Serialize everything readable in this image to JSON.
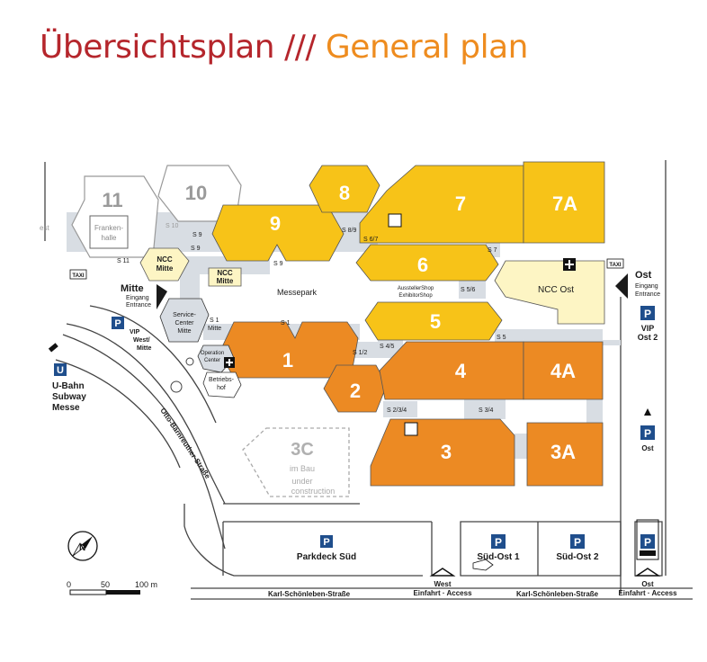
{
  "title": {
    "de": "Übersichtsplan ///",
    "en": "General plan"
  },
  "halls": {
    "h11": "11",
    "h10": "10",
    "h9": "9",
    "h8": "8",
    "h7": "7",
    "h7a": "7A",
    "h6": "6",
    "h5": "5",
    "h4": "4",
    "h4a": "4A",
    "h3": "3",
    "h3a": "3A",
    "h2": "2",
    "h1": "1",
    "h3c": "3C"
  },
  "hall3c": {
    "line1": "im Bau",
    "line2": "under",
    "line3": "construction"
  },
  "frankenhalle": {
    "line1": "Franken-",
    "line2": "halle"
  },
  "ncc": {
    "mitte_line1": "NCC",
    "mitte_line2": "Mitte",
    "mitte_gray_line1": "NCC",
    "mitte_gray_line2": "Mitte",
    "ost": "NCC Ost"
  },
  "passages": {
    "s10": "S 10",
    "s11": "S 11",
    "s9a": "S 9",
    "s9b": "S 9",
    "s9c": "S 9",
    "s89": "S 8/9",
    "s67": "S 6/7",
    "s7": "S 7",
    "s56": "S 5/6",
    "s5": "S 5",
    "s45": "S 4/5",
    "s12": "S 1/2",
    "s1": "S 1",
    "s1mitte_line1": "S 1",
    "s1mitte_line2": "Mitte",
    "s234": "S 2/3/4",
    "s34": "S 3/4"
  },
  "labels": {
    "messepark": "Messepark",
    "aussteller_line1": "AusstellerShop",
    "aussteller_line2": "ExhibitorShop",
    "service_line1": "Service-",
    "service_line2": "Center",
    "service_line3": "Mitte",
    "operation_line1": "Operation",
    "operation_line2": "Center",
    "betriebshof_line1": "Betriebs-",
    "betriebshof_line2": "hof",
    "west_fragment": "est"
  },
  "entrances": {
    "mitte": "Mitte",
    "mitte_de": "Eingang",
    "mitte_en": "Entrance",
    "ost": "Ost",
    "ost_de": "Eingang",
    "ost_en": "Entrance"
  },
  "parking": {
    "vip_west_line1": "VIP",
    "vip_west_line2": "West/",
    "vip_west_line3": "Mitte",
    "vip_ost_line1": "VIP",
    "vip_ost_line2": "Ost 2",
    "ost": "Ost",
    "parkdeck": "Parkdeck Süd",
    "sudost1": "Süd-Ost 1",
    "sudost2": "Süd-Ost 2",
    "p": "P"
  },
  "taxi": "TAXI",
  "ubahn": {
    "letter": "U",
    "line1": "U-Bahn",
    "line2": "Subway",
    "line3": "Messe"
  },
  "streets": {
    "otto": "Otto-Bärnreuther-Straße",
    "karl1": "Karl-Schönleben-Straße",
    "karl2": "Karl-Schönleben-Straße"
  },
  "access": {
    "west": "West",
    "west_sub": "Einfahrt · Access",
    "ost": "Ost",
    "ost_sub": "Einfahrt · Access"
  },
  "scale": {
    "t0": "0",
    "t50": "50",
    "t100": "100 m"
  },
  "compass": "N",
  "colors": {
    "red": "#b5262c",
    "orange_title": "#ee8c1f",
    "yellow": "#f7c318",
    "orange": "#ec8a23",
    "gray_hall": "#ffffff",
    "passage": "#d8dde3",
    "cream": "#fdf5c4",
    "blue": "#1f4e8c"
  }
}
